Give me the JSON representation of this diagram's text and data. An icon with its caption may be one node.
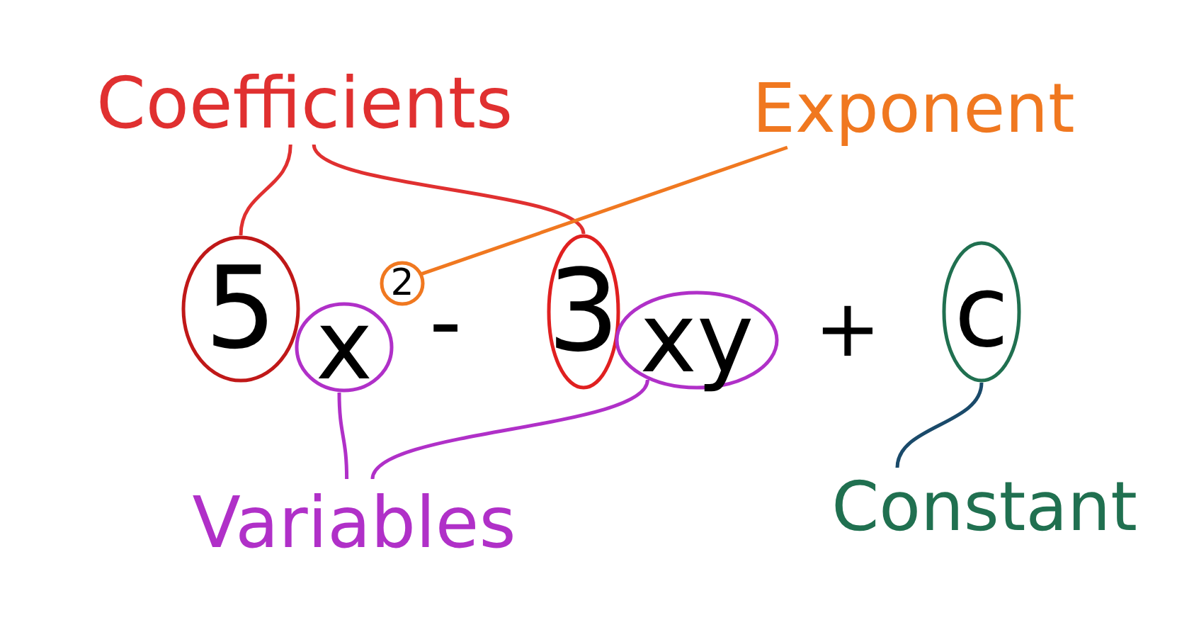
{
  "diagram": {
    "nodes": [
      {
        "text": [
          "Coefficients"
        ]
      },
      {
        "text": [
          "Exponent"
        ]
      },
      {
        "text": [
          "5"
        ]
      },
      {
        "text": [
          "x"
        ]
      },
      {
        "text": [
          "2"
        ]
      },
      {
        "text": [
          "3"
        ]
      },
      {
        "text": [
          "xy"
        ]
      },
      {
        "text": [
          "c"
        ]
      },
      {
        "text": [
          "Variables"
        ]
      },
      {
        "text": [
          "Constant"
        ]
      }
    ],
    "edges": [
      {
        "from": 0,
        "to": 2,
        "arrow": "none",
        "color": "#e03030"
      },
      {
        "from": 0,
        "to": 5,
        "arrow": "none",
        "color": "#e03030"
      },
      {
        "from": 1,
        "to": 4,
        "arrow": "none",
        "color": "#f07820"
      },
      {
        "from": 8,
        "to": 3,
        "arrow": "none",
        "color": "#b030c8"
      },
      {
        "from": 8,
        "to": 6,
        "arrow": "none",
        "color": "#b030c8"
      },
      {
        "from": 9,
        "to": 7,
        "arrow": "none",
        "color": "#1a4a6a"
      }
    ],
    "labels": [
      "-",
      "+"
    ]
  }
}
